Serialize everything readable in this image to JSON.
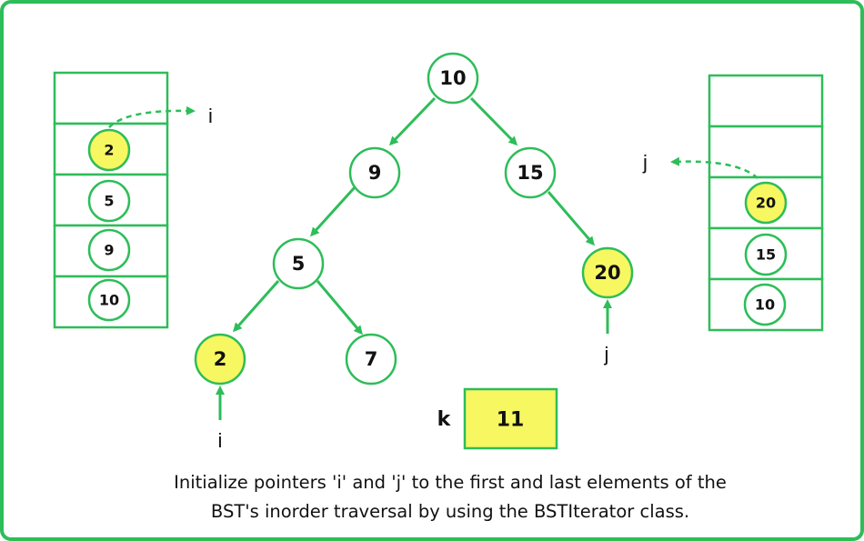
{
  "tree": {
    "nodes": {
      "n10": "10",
      "n9": "9",
      "n15": "15",
      "n5": "5",
      "n20": "20",
      "n2": "2",
      "n7": "7"
    }
  },
  "left_stack": {
    "cells": [
      "",
      "2",
      "5",
      "9",
      "10"
    ],
    "highlighted_value": "2"
  },
  "right_stack": {
    "cells": [
      "",
      "",
      "20",
      "15",
      "10"
    ],
    "highlighted_value": "20"
  },
  "pointers": {
    "i_label": "i",
    "j_label": "j"
  },
  "target": {
    "label": "k",
    "value": "11"
  },
  "caption": {
    "line1": "Initialize pointers 'i' and 'j' to the first and last elements of the",
    "line2": "BST's inorder traversal by using the BSTIterator class."
  },
  "colors": {
    "green": "#2ebd59",
    "highlight": "#f7f762"
  }
}
